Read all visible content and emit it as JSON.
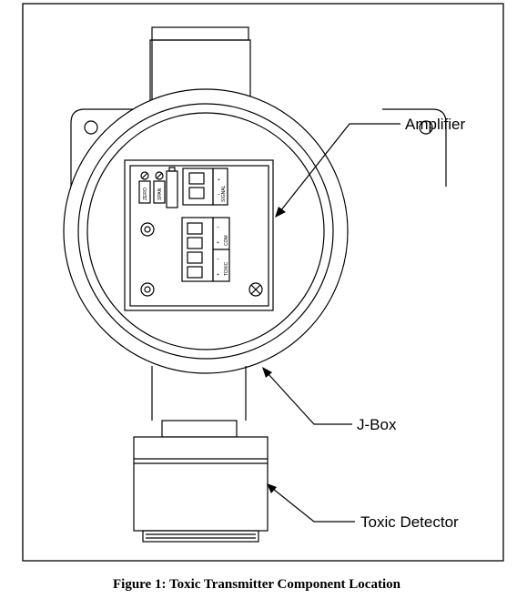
{
  "labels": {
    "amplifier": "Amplifier",
    "jbox": "J-Box",
    "detector": "Toxic Detector"
  },
  "board": {
    "zero": "ZERO",
    "span": "SPAN",
    "signal": "SIGNAL",
    "com": "COM",
    "toxic": "TOXIC",
    "plus": "+",
    "minus": "–"
  },
  "caption": "Figure 1: Toxic Transmitter Component Location"
}
